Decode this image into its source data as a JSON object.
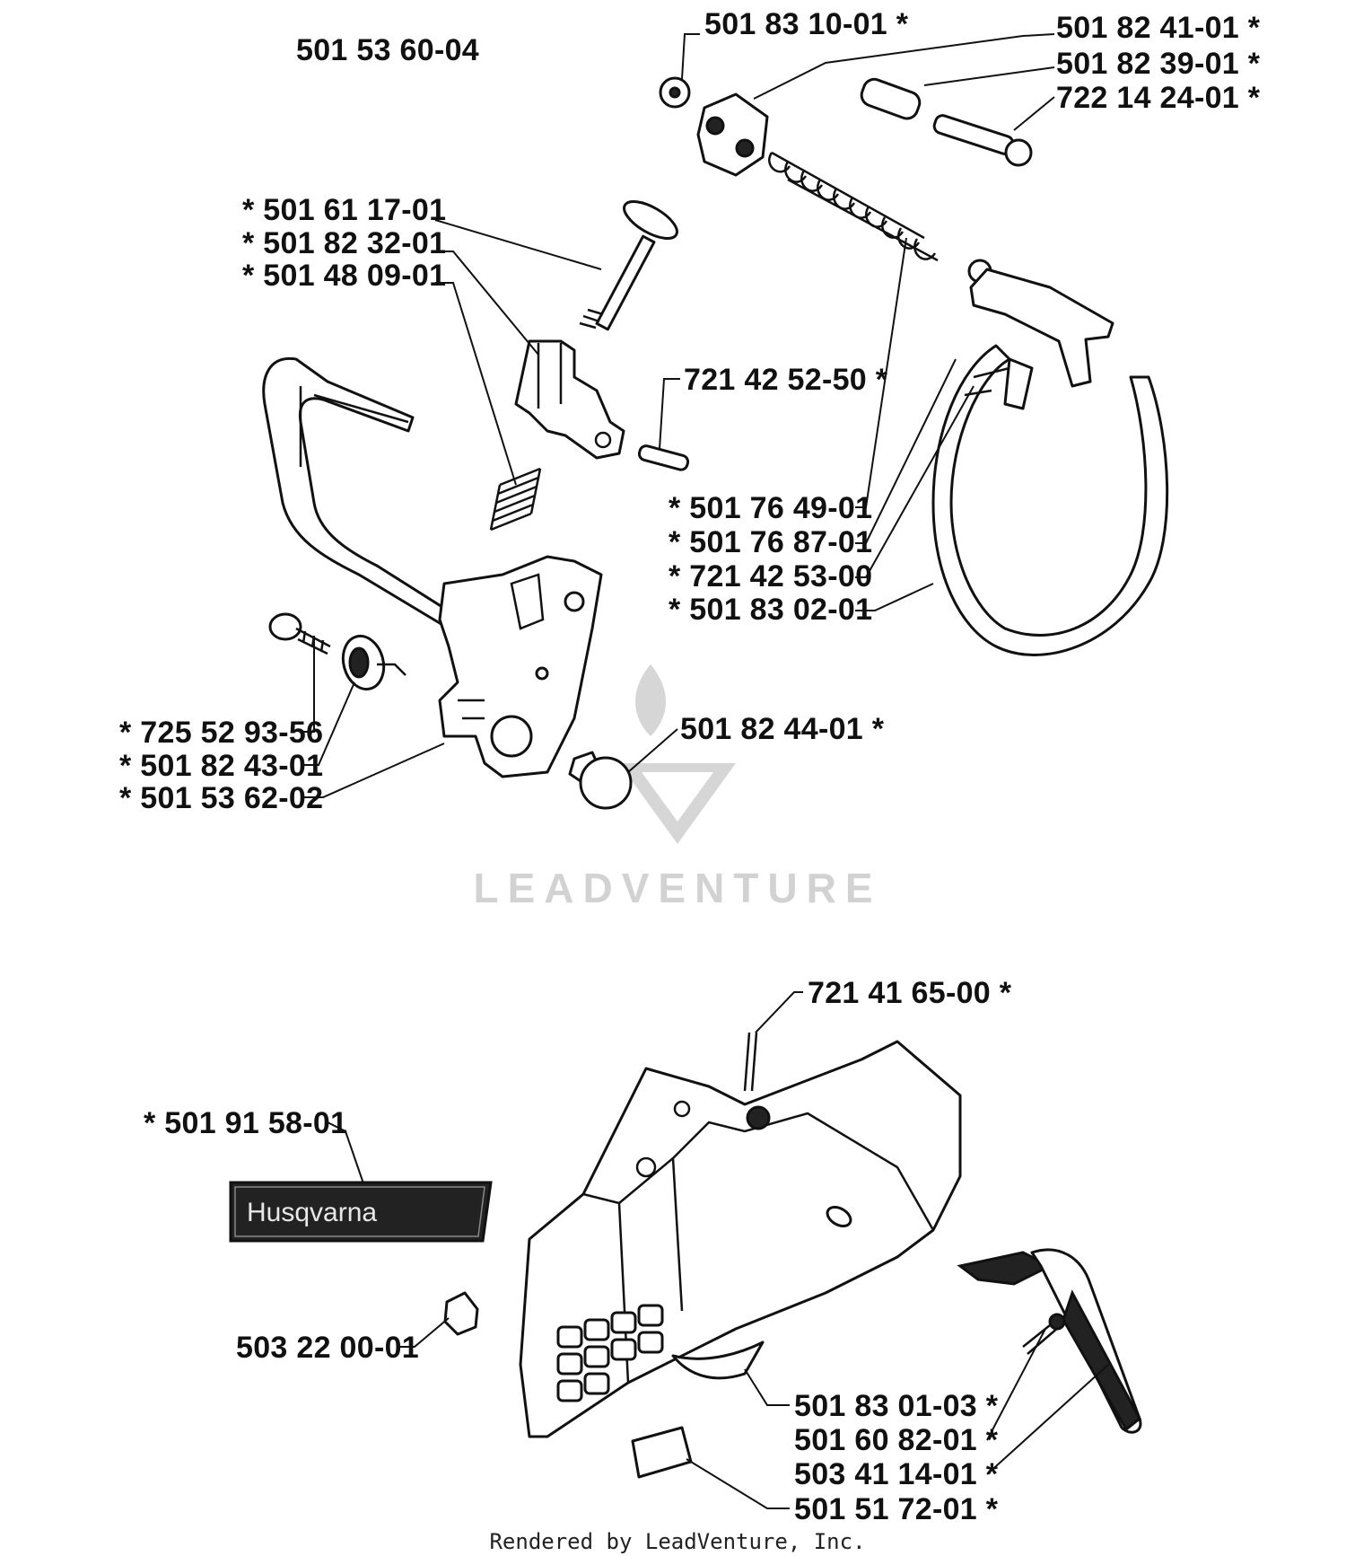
{
  "diagram_title": "501 53 60-04",
  "labels": {
    "p_501831001": "501 83 10-01 *",
    "p_501824101": "501 82 41-01 *",
    "p_501823901": "501 82 39-01 *",
    "p_722142401": "722 14 24-01 *",
    "p_501611701": "* 501 61 17-01",
    "p_501823201": "* 501 82 32-01",
    "p_501480901": "* 501 48 09-01",
    "p_721425250": "721 42 52-50 *",
    "p_501764901": "* 501 76 49-01",
    "p_501768701": "* 501 76 87-01",
    "p_721425300": "* 721 42 53-00",
    "p_501830201": "* 501 83 02-01",
    "p_725529356": "* 725 52 93-56",
    "p_501824301": "* 501 82 43-01",
    "p_501536202": "* 501 53 62-02",
    "p_501824401": "501 82 44-01 *",
    "p_721416500": "721 41 65-00 *",
    "p_501915801": "* 501 91 58-01",
    "p_503220001": "503 22 00-01",
    "p_501830103": "501 83 01-03 *",
    "p_501608201": "501 60 82-01 *",
    "p_503411401": "503 41 14-01 *",
    "p_501517201": "501 51 72-01 *"
  },
  "decal_text": "Husqvarna",
  "watermark": "LEADVENTURE",
  "footer": "Rendered by LeadVenture, Inc."
}
